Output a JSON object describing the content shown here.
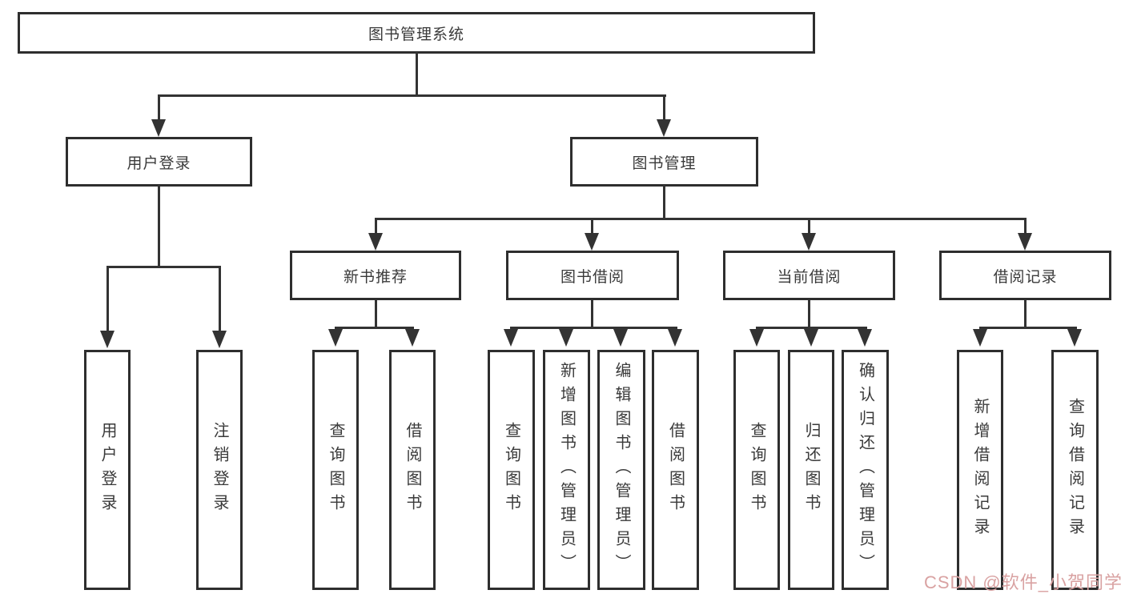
{
  "diagram": {
    "type": "hierarchy-flowchart",
    "title": "图书管理系统"
  },
  "colors": {
    "line": "#333333",
    "node_border": "#2e2e2e",
    "text": "#3a3a3a",
    "background": "#ffffff",
    "watermark": "#d9a2a2"
  },
  "tree": {
    "root": {
      "label": "图书管理系统",
      "children": [
        {
          "label": "用户登录",
          "children": [
            {
              "label": "用户登录"
            },
            {
              "label": "注销登录"
            }
          ]
        },
        {
          "label": "图书管理",
          "children": [
            {
              "label": "新书推荐",
              "children": [
                {
                  "label": "查询图书"
                },
                {
                  "label": "借阅图书"
                }
              ]
            },
            {
              "label": "图书借阅",
              "children": [
                {
                  "label": "查询图书"
                },
                {
                  "label": "新增图书（管理员）"
                },
                {
                  "label": "编辑图书（管理员）"
                },
                {
                  "label": "借阅图书"
                }
              ]
            },
            {
              "label": "当前借阅",
              "children": [
                {
                  "label": "查询图书"
                },
                {
                  "label": "归还图书"
                },
                {
                  "label": "确认归还（管理员）"
                }
              ]
            },
            {
              "label": "借阅记录",
              "children": [
                {
                  "label": "新增借阅记录"
                },
                {
                  "label": "查询借阅记录"
                }
              ]
            }
          ]
        }
      ]
    }
  },
  "watermark": {
    "text": "CSDN @软件_小贺同学"
  }
}
